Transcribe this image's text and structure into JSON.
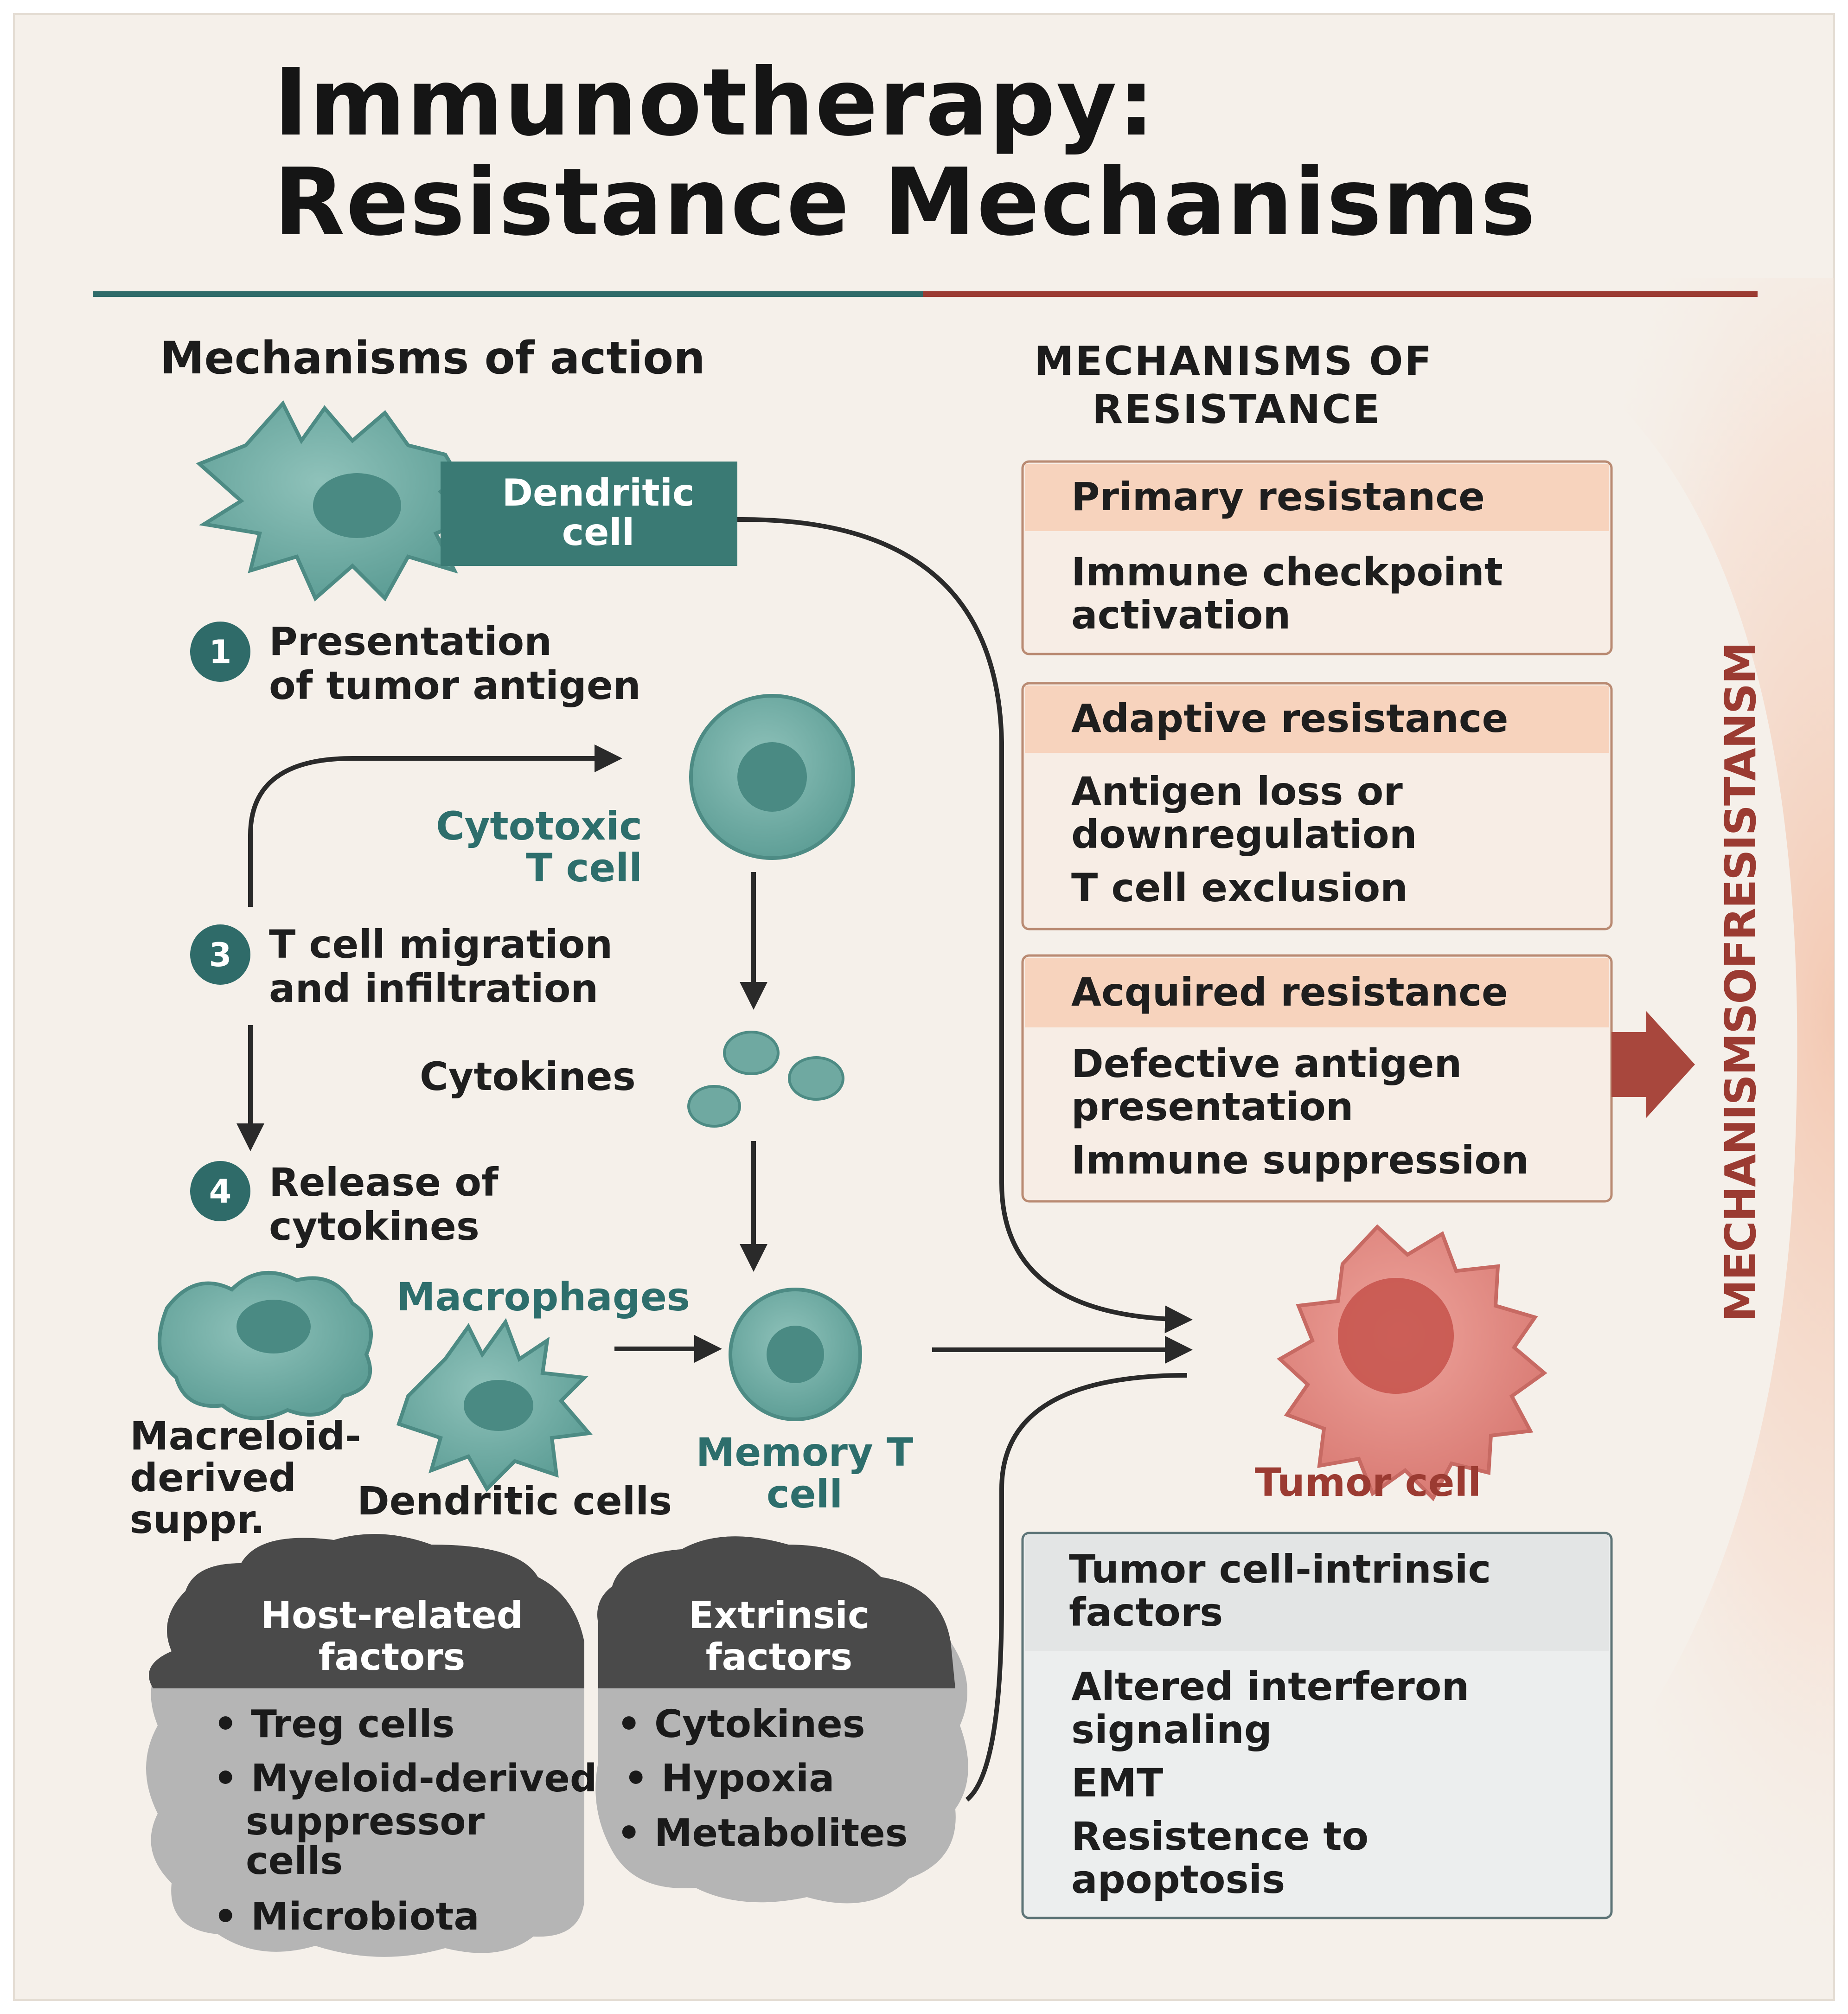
{
  "title": {
    "line1": "Immunotherapy:",
    "line2": "Resistance Mechanisms"
  },
  "left_section": {
    "heading": "Mechanisms of action",
    "dendritic_cell": {
      "line1": "Dendritic",
      "line2": "cell"
    },
    "steps": [
      {
        "number": "1",
        "line1": "Presentation",
        "line2": "of tumor antigen"
      },
      {
        "number": "3",
        "line1": "T cell migration",
        "line2": "and infiltration"
      },
      {
        "number": "4",
        "line1": "Release of",
        "line2": "cytokines"
      }
    ],
    "cytotoxic_t_cell": {
      "line1": "Cytotoxic",
      "line2": "T cell"
    },
    "cytokines_label": "Cytokines",
    "macrophages_label": "Macrophages",
    "macreloid_label": {
      "line1": "Macreloid-",
      "line2": "derived",
      "line3": "suppr."
    },
    "dendritic_cells_label": "Dendritic cells",
    "memory_t_cell": {
      "line1": "Memory T",
      "line2": "cell"
    }
  },
  "factors": {
    "host": {
      "heading_line1": "Host-related",
      "heading_line2": "factors",
      "items": [
        "• Treg cells",
        "• Myeloid-derived",
        "suppressor",
        "cells",
        "• Microbiota"
      ]
    },
    "extrinsic": {
      "heading_line1": "Extrinsic",
      "heading_line2": "factors",
      "items": [
        "• Cytokines",
        "• Hypoxia",
        "• Metabolites"
      ]
    }
  },
  "right_section": {
    "heading_line1": "MECHANISMS OF",
    "heading_line2": "RESISTANCE",
    "boxes": [
      {
        "heading": "Primary resistance",
        "lines": [
          "Immune checkpoint",
          "activation"
        ]
      },
      {
        "heading": "Adaptive resistance",
        "lines": [
          "Antigen loss or",
          "downregulation",
          "T cell exclusion"
        ]
      },
      {
        "heading": "Acquired resistance",
        "lines": [
          "Defective antigen",
          "presentation",
          "Immune suppression"
        ]
      }
    ],
    "tumor_label": "Tumor cell",
    "intrinsic_box": {
      "heading_line1": "Tumor cell-intrinsic",
      "heading_line2": "factors",
      "lines": [
        "Altered interferon",
        "signaling",
        "EMT",
        "Resistence to",
        "apoptosis"
      ]
    },
    "vertical_label": "MECHANISMSOFRESISTANSM"
  },
  "colors": {
    "background": "#f5f0ea",
    "teal": "#2f6b69",
    "teal_cell": "#7fb7ae",
    "tumor": "#e08a84",
    "resistance_red": "#9b3b32",
    "box_header": "#f7d3bd",
    "cloud_dark": "#4a4a4a",
    "cloud_light": "#b5b5b5"
  }
}
